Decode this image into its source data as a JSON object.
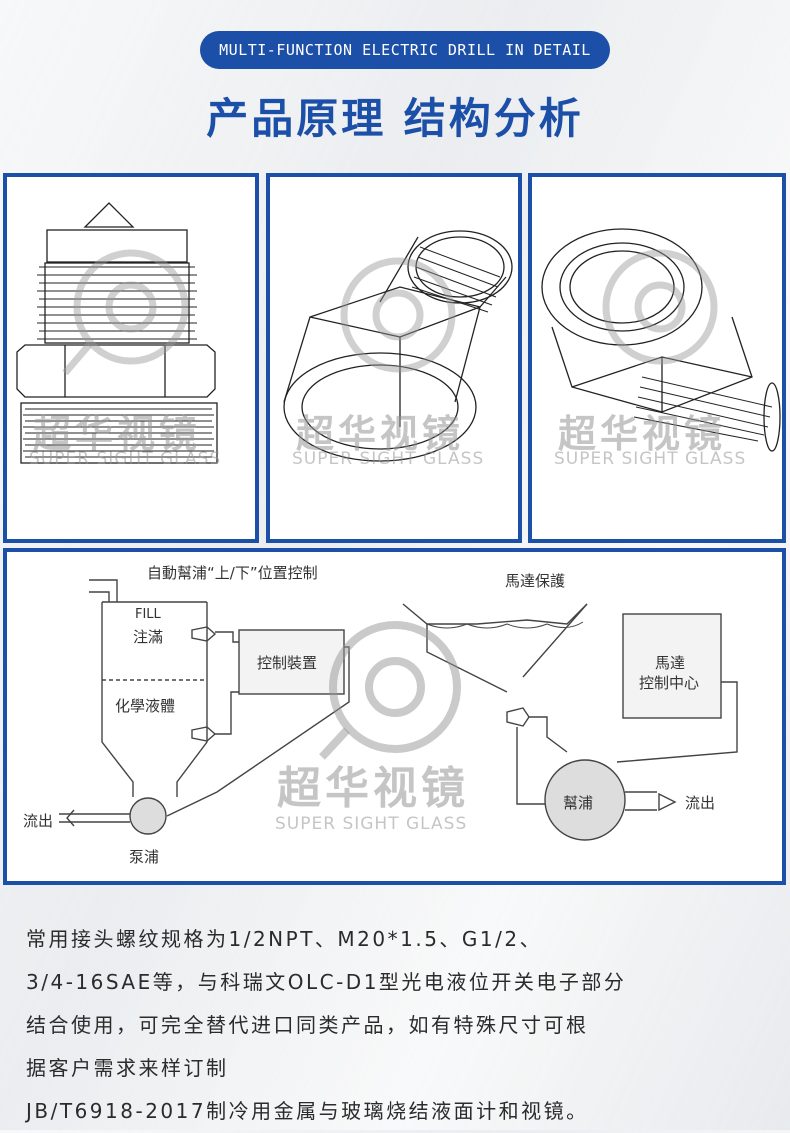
{
  "header": {
    "banner": "MULTI-FUNCTION ELECTRIC DRILL IN DETAIL",
    "title": "产品原理  结构分析"
  },
  "watermark": {
    "cn": "超华视镜",
    "en": "SUPER SIGHT GLASS"
  },
  "diagram": {
    "title": "自動幫浦“上/下”位置控制",
    "fill": "FILL",
    "fill_cn": "注滿",
    "controller": "控制裝置",
    "chemical": "化學液體",
    "outflow_left": "流出",
    "pump_left": "泵浦",
    "motor_protect": "馬達保護",
    "motor_center_1": "馬達",
    "motor_center_2": "控制中心",
    "pump_right": "幫浦",
    "outflow_right": "流出"
  },
  "description": [
    "常用接头螺纹规格为1/2NPT、M20*1.5、G1/2、",
    "3/4-16SAE等，与科瑞文OLC-D1型光电液位开关电子部分",
    "结合使用，可完全替代进口同类产品，如有特殊尺寸可根",
    "据客户需求来样订制",
    "JB/T6918-2017制冷用金属与玻璃烧结液面计和视镜。"
  ]
}
